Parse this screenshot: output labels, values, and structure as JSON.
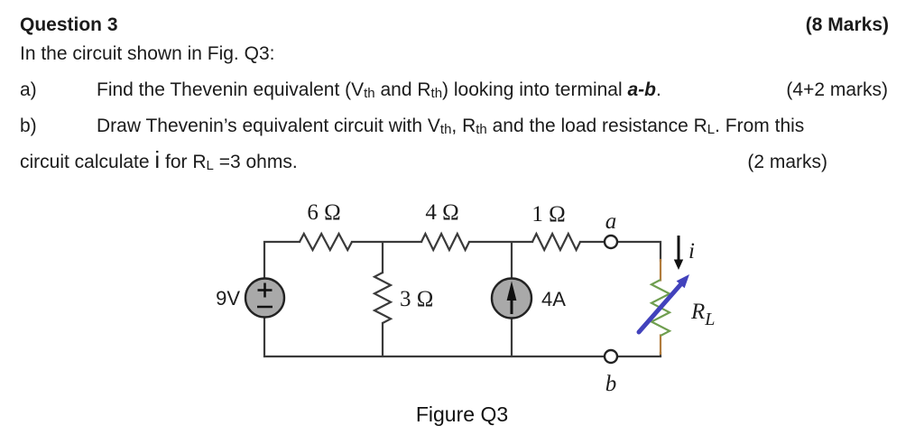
{
  "header": {
    "title": "Question 3",
    "marks": "(8 Marks)"
  },
  "intro": "In the circuit shown in Fig. Q3:",
  "part_a": {
    "label": "a)",
    "seg1": "Find the Thevenin equivalent (V",
    "sub1": "th",
    "seg2": " and R",
    "sub2": "th",
    "seg3": ") looking into terminal ",
    "emphasis": "a-b",
    "seg4": ".",
    "marks": "(4+2 marks)"
  },
  "part_b": {
    "label": "b)",
    "seg1": "Draw Thevenin’s equivalent circuit with V",
    "sub1": "th",
    "seg2": ", R",
    "sub2": "th",
    "seg3": " and the load resistance R",
    "sub3": "L",
    "seg4": ". From this",
    "line2": {
      "seg1": "circuit calculate ",
      "symbol": "i",
      "seg2": " for R",
      "sub": "L",
      "seg3": " =3 ohms.",
      "marks": "(2 marks)"
    }
  },
  "figure": {
    "caption": "Figure Q3",
    "labels": {
      "r6": "6 Ω",
      "r4": "4 Ω",
      "r1": "1 Ω",
      "r3": "3 Ω",
      "voltage_source": "9V",
      "current_source": "4A",
      "terminal_a": "a",
      "terminal_b": "b",
      "current": "i",
      "load_r": "R",
      "load_sub": "L"
    },
    "colors": {
      "wire": "#3a3a3a",
      "source_fill": "#a9a9a9",
      "load_resistor_green": "#6f9e4f",
      "load_lead_orange": "#b17b3c",
      "variable_arrow_blue": "#4242bc"
    }
  }
}
